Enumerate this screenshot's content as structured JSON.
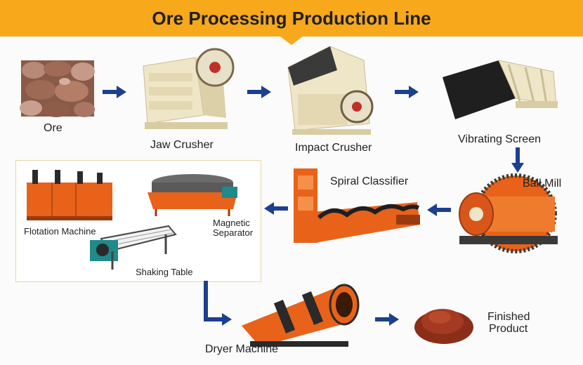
{
  "header": {
    "title": "Ore Processing Production Line"
  },
  "stages": {
    "ore": "Ore",
    "jaw_crusher": "Jaw Crusher",
    "impact_crusher": "Impact Crusher",
    "vibrating_screen": "Vibrating Screen",
    "ball_mill": "Ball Mill",
    "spiral_classifier": "Spiral Classifier",
    "flotation_machine": "Flotation Machine",
    "magnetic_separator_line1": "Magnetic",
    "magnetic_separator_line2": "Separator",
    "shaking_table": "Shaking Table",
    "dryer_machine": "Dryer Machine",
    "finished_product_line1": "Finished",
    "finished_product_line2": "Product"
  },
  "colors": {
    "banner": "#f7a81b",
    "arrow": "#1c3f8f",
    "machine_orange": "#e8621a",
    "machine_cream": "#efe6c8"
  }
}
